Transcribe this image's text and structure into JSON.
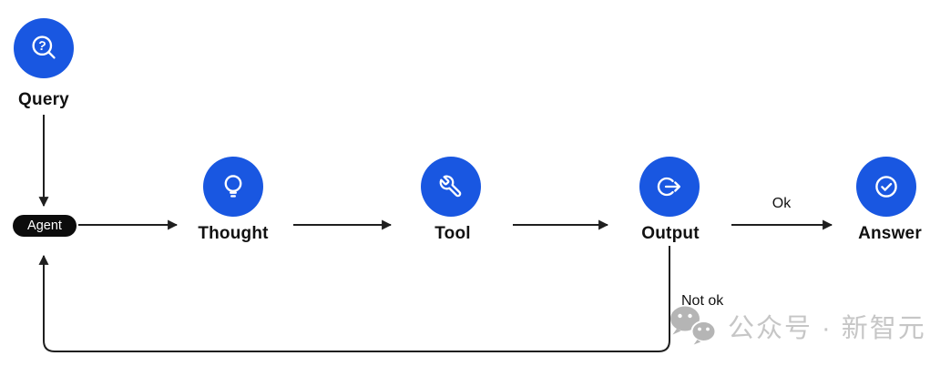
{
  "diagram": {
    "nodes": [
      {
        "id": "query",
        "label": "Query",
        "icon": "search-question-icon",
        "icon_glyph": "?"
      },
      {
        "id": "agent",
        "label": "Agent",
        "shape": "pill"
      },
      {
        "id": "thought",
        "label": "Thought",
        "icon": "lightbulb-icon"
      },
      {
        "id": "tool",
        "label": "Tool",
        "icon": "wrench-icon"
      },
      {
        "id": "output",
        "label": "Output",
        "icon": "export-arrow-icon"
      },
      {
        "id": "answer",
        "label": "Answer",
        "icon": "check-circle-icon"
      }
    ],
    "edges": [
      {
        "from": "query",
        "to": "agent",
        "label": ""
      },
      {
        "from": "agent",
        "to": "thought",
        "label": ""
      },
      {
        "from": "thought",
        "to": "tool",
        "label": ""
      },
      {
        "from": "tool",
        "to": "output",
        "label": ""
      },
      {
        "from": "output",
        "to": "answer",
        "label": "Ok"
      },
      {
        "from": "output",
        "to": "agent",
        "label": "Not ok"
      }
    ],
    "colors": {
      "background": "#ffffff",
      "node_fill": "#1957e1",
      "icon_stroke": "#ffffff",
      "edge_stroke": "#1f1f1f",
      "agent_fill": "#0c0c0c",
      "agent_text": "#ffffff",
      "label_text": "#111111",
      "watermark_gray": "#c6c6c6",
      "watermark_icon_gray": "#b5b5b5"
    }
  },
  "watermark": {
    "text": "公众号 · 新智元",
    "icon": "wechat-icon"
  }
}
